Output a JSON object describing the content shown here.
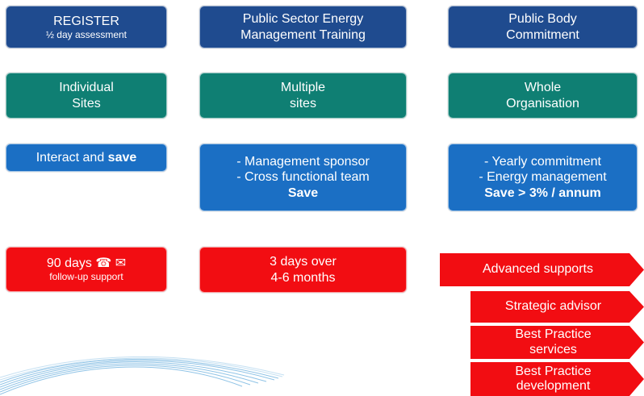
{
  "col1": {
    "register": {
      "title": "REGISTER",
      "subtitle": "½ day assessment"
    },
    "scope": {
      "line1": "Individual",
      "line2": "Sites"
    },
    "outcome": {
      "text": "Interact and ",
      "bold": "save"
    },
    "support": {
      "line1": "90 days ☎ ✉",
      "line2": "follow-up support"
    }
  },
  "col2": {
    "training": {
      "line1": "Public Sector Energy",
      "line2": "Management Training"
    },
    "scope": {
      "line1": "Multiple",
      "line2": "sites"
    },
    "outcome": {
      "line1": "- Management sponsor",
      "line2": "- Cross functional team",
      "line3": "Save"
    },
    "support": {
      "line1": "3 days over",
      "line2": "4-6 months"
    }
  },
  "col3": {
    "commitment": {
      "line1": "Public Body",
      "line2": "Commitment"
    },
    "scope": {
      "line1": "Whole",
      "line2": "Organisation"
    },
    "outcome": {
      "line1": "- Yearly commitment",
      "line2": "- Energy management",
      "line3": "Save > 3% / annum"
    },
    "advanced": {
      "title": "Advanced supports",
      "items": [
        {
          "line1": "Strategic advisor",
          "line2": ""
        },
        {
          "line1": "Best Practice",
          "line2": "services"
        },
        {
          "line1": "Best Practice",
          "line2": "development"
        }
      ]
    }
  },
  "colors": {
    "navy": "#1f4b8f",
    "teal": "#0f7f73",
    "blue": "#1b6fc4",
    "red": "#f20d12"
  }
}
